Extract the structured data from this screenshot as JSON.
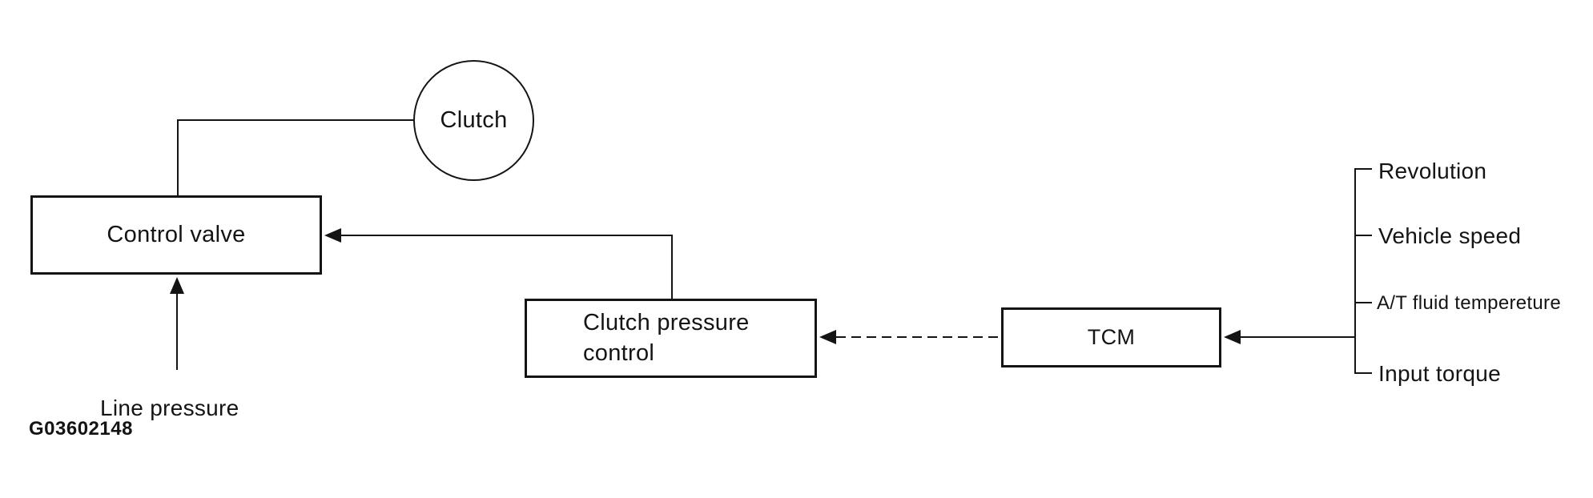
{
  "diagram": {
    "figure_id": "G03602148",
    "nodes": {
      "clutch": {
        "label": "Clutch",
        "shape": "circle"
      },
      "control_valve": {
        "label": "Control valve",
        "shape": "rect"
      },
      "clutch_pressure_control": {
        "label": "Clutch pressure\ncontrol",
        "shape": "rect"
      },
      "tcm": {
        "label": "TCM",
        "shape": "rect"
      }
    },
    "annotations": {
      "line_pressure": "Line pressure"
    },
    "tcm_inputs": [
      {
        "label": "Revolution"
      },
      {
        "label": "Vehicle speed"
      },
      {
        "label": "A/T fluid tempereture"
      },
      {
        "label": "Input torque"
      }
    ],
    "connections": [
      {
        "from": "clutch",
        "to": "control_valve",
        "style": "solid",
        "arrow": "none"
      },
      {
        "from": "clutch_pressure_control",
        "to": "control_valve",
        "style": "solid",
        "arrow": "into control_valve"
      },
      {
        "from": "line_pressure",
        "to": "control_valve",
        "style": "solid",
        "arrow": "into control_valve"
      },
      {
        "from": "tcm",
        "to": "clutch_pressure_control",
        "style": "dashed",
        "arrow": "into clutch_pressure_control"
      },
      {
        "from": "tcm_inputs",
        "to": "tcm",
        "style": "solid",
        "arrow": "into tcm"
      }
    ],
    "colors": {
      "line": "#141414",
      "background": "#ffffff"
    }
  }
}
